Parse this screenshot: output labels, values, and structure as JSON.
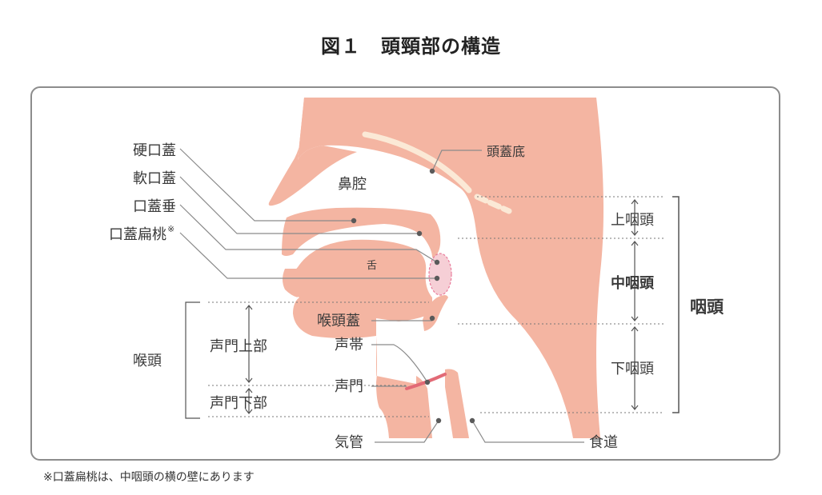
{
  "title": "図１　頭頸部の構造",
  "labels": {
    "hard_palate": "硬口蓋",
    "soft_palate": "軟口蓋",
    "uvula": "口蓋垂",
    "palatine_tonsil": "口蓋扁桃",
    "tonsil_mark": "※",
    "skull_base": "頭蓋底",
    "nasal_cavity": "鼻腔",
    "tongue": "舌",
    "epiglottis": "喉頭蓋",
    "vocal_cord": "声帯",
    "glottis": "声門",
    "trachea": "気管",
    "esophagus": "食道",
    "larynx": "喉頭",
    "supraglottis": "声門上部",
    "subglottis": "声門下部",
    "epipharynx": "上咽頭",
    "mesopharynx": "中咽頭",
    "hypopharynx": "下咽頭",
    "pharynx": "咽頭"
  },
  "colors": {
    "tissue": "#f4b5a2",
    "bone": "#fbe9d6",
    "tonsil": "#f6cfd6",
    "tonsil_border": "#e87a9a",
    "vocal_cord": "#e26a76",
    "leader": "#8a8a8a",
    "frame": "#8c8c8c"
  },
  "footnote": "※口蓋扁桃は、中咽頭の横の壁にあります"
}
